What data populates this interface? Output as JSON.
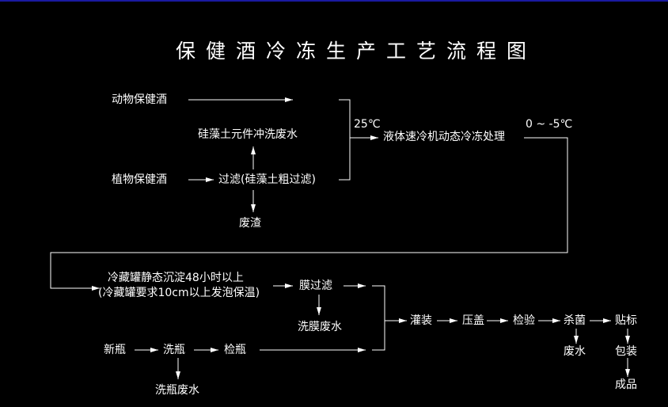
{
  "title": "保健酒冷冻生产工艺流程图",
  "colors": {
    "background": "#000000",
    "foreground": "#ffffff",
    "top_border": "#1a1aa0"
  },
  "nodes": {
    "animal_wine": "动物保健酒",
    "plant_wine": "植物保健酒",
    "diatomite_wash": "硅藻土元件冲洗废水",
    "filter": "过滤(硅藻土粗过滤)",
    "waste_residue": "废渣",
    "temp_25": "25℃",
    "liquid_cooling": "液体速冷机动态冷冻处理",
    "temp_range": "0 ~ -5℃",
    "tank_line1": "冷藏罐静态沉淀48小时以上",
    "tank_line2": "(冷藏罐要求10cm以上发泡保温)",
    "membrane_filter": "膜过滤",
    "membrane_waste": "洗膜废水",
    "new_bottle": "新瓶",
    "wash_bottle": "洗瓶",
    "check_bottle": "检瓶",
    "bottle_waste": "洗瓶废水",
    "filling": "灌装",
    "capping": "压盖",
    "inspection": "检验",
    "sterilization": "杀菌",
    "labeling": "贴标",
    "waste_water": "废水",
    "packaging": "包装",
    "finished": "成品"
  }
}
